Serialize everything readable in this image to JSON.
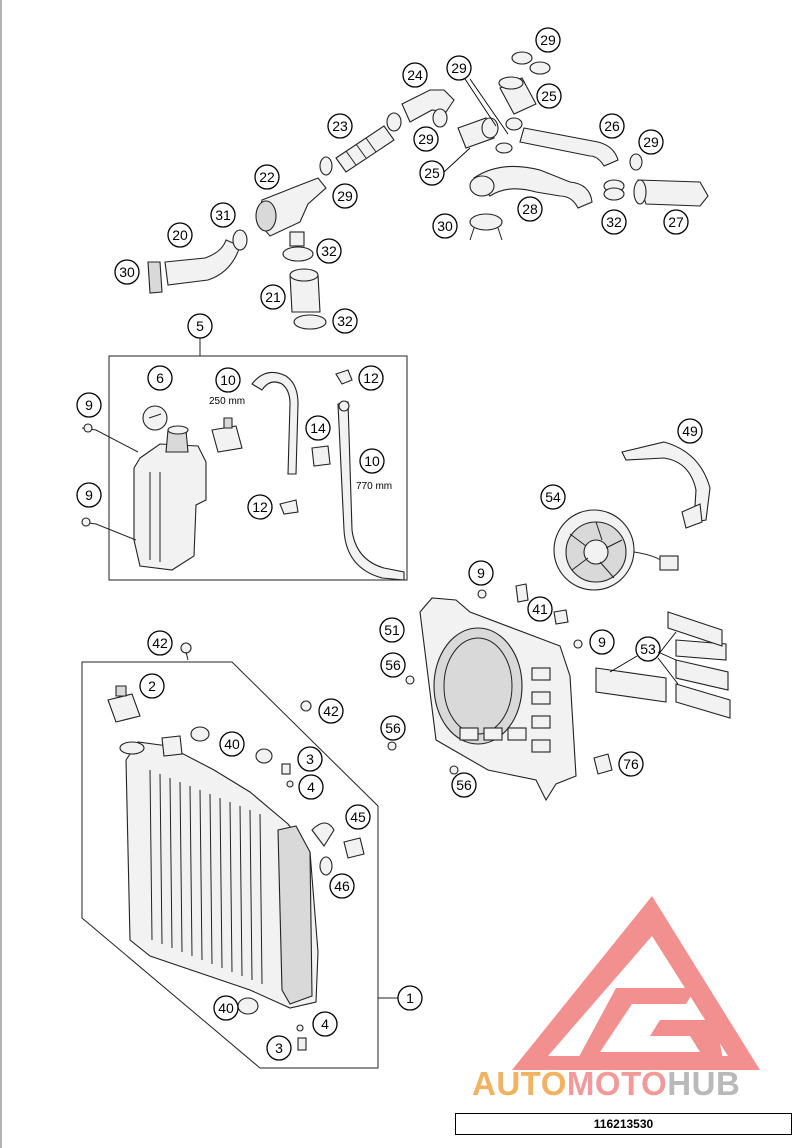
{
  "diagram": {
    "callouts": [
      "29",
      "24",
      "29",
      "25",
      "23",
      "29",
      "26",
      "29",
      "22",
      "29",
      "25",
      "31",
      "20",
      "30",
      "28",
      "32",
      "27",
      "30",
      "32",
      "21",
      "32",
      "5",
      "6",
      "10",
      "12",
      "9",
      "14",
      "10",
      "9",
      "12",
      "49",
      "54",
      "9",
      "41",
      "51",
      "9",
      "53",
      "56",
      "42",
      "2",
      "42",
      "40",
      "3",
      "4",
      "56",
      "45",
      "56",
      "76",
      "46",
      "1",
      "40",
      "4",
      "3"
    ],
    "hose_lengths": [
      "250 mm",
      "770 mm"
    ]
  },
  "watermark": {
    "brand_parts": [
      "AUTO",
      "MOTO",
      "HUB"
    ],
    "colors": {
      "auto": "#f2b25f",
      "moto": "#f29a9a",
      "hub": "#b9b9b9",
      "logo": "#f07d7d"
    }
  },
  "drawing_number": "116213530"
}
